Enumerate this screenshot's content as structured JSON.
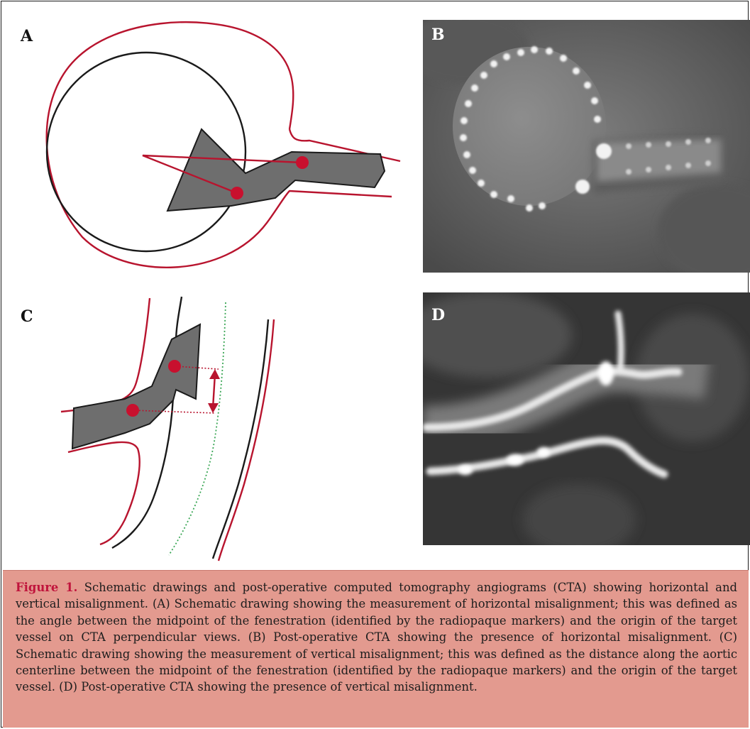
{
  "panels": {
    "a": {
      "label": "A"
    },
    "b": {
      "label": "B"
    },
    "c": {
      "label": "C"
    },
    "d": {
      "label": "D"
    }
  },
  "caption": {
    "figure_label": "Figure 1.",
    "text": " Schematic drawings and post-operative computed tomography angiograms (CTA) showing horizontal and vertical misalignment. (A) Schematic drawing showing the measurement of horizontal misalignment; this was defined as the angle between the midpoint of the fenestration (identified by the radiopaque markers) and the origin of the target vessel on CTA perpendicular views. (B) Post-operative CTA showing the presence of horizontal misalignment. (C) Schematic drawing showing the measurement of vertical misalignment; this was defined as the distance along the aortic centerline between the midpoint of the fenestration (identified by the radiopaque markers) and the origin of the target vessel. (D) Post-operative CTA showing the presence of vertical misalignment."
  },
  "colors": {
    "vessel_outline": "#b8142e",
    "graft_outline": "#1a1a1a",
    "graft_fill": "#6e6e6e",
    "marker": "#c8102e",
    "centerline": "#3aa655",
    "caption_bg": "#e39a8f",
    "figure_label": "#c0143c"
  }
}
